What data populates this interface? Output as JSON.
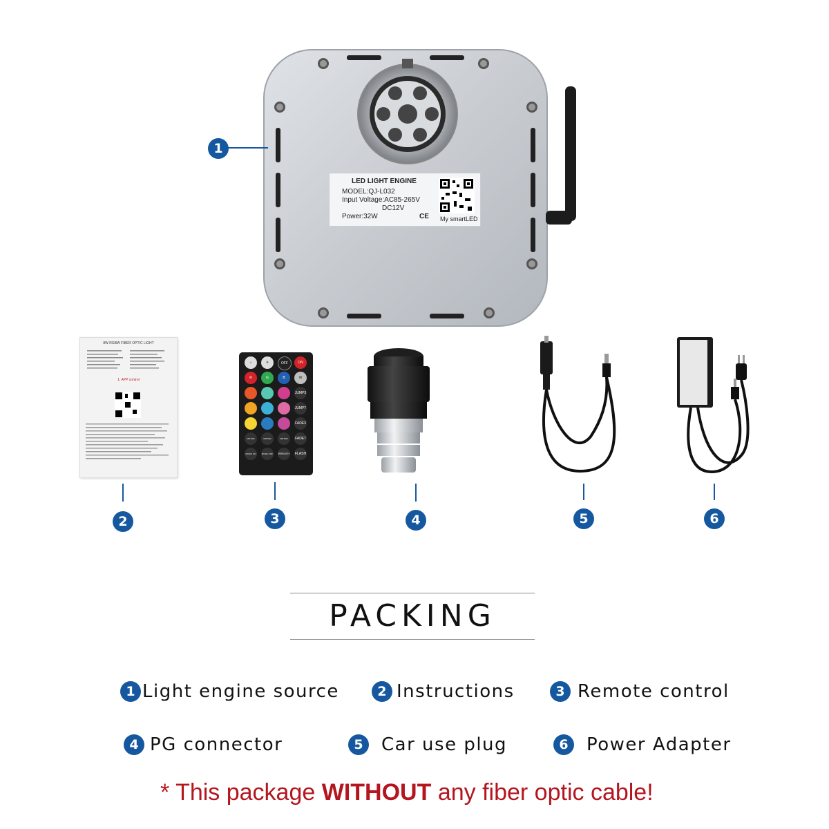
{
  "product": {
    "label_title": "LED LIGHT ENGINE",
    "model": "MODEL:QJ-L032",
    "input_voltage": "Input Voltage:AC85-265V",
    "dc_voltage": "DC12V",
    "power": "Power:32W",
    "app_name": "My smartLED",
    "ce_mark": "CE"
  },
  "manual": {
    "header": "8W RGBW FIBER OPTIC LIGHT",
    "section": "1. APP control"
  },
  "remote": {
    "top_buttons": [
      "OFF",
      "ON"
    ],
    "color_buttons": [
      "R",
      "G",
      "B",
      "W"
    ],
    "side_buttons": [
      "JUMP3",
      "JUMP7",
      "FADE3",
      "FADE7",
      "FLASH"
    ],
    "motor_buttons": [
      "MOTOR ON/OFF",
      "MOTOR SPEED",
      "MOTOR SPEED"
    ],
    "music_buttons": [
      "MUSIC ON",
      "MUSIC OFF",
      "BREATH"
    ]
  },
  "callouts": [
    "1",
    "2",
    "3",
    "4",
    "5",
    "6"
  ],
  "title": "PACKING",
  "legend": [
    {
      "num": "1",
      "label": "Light engine source"
    },
    {
      "num": "2",
      "label": "Instructions"
    },
    {
      "num": "3",
      "label": "Remote control"
    },
    {
      "num": "4",
      "label": "PG connector"
    },
    {
      "num": "5",
      "label": "Car use plug"
    },
    {
      "num": "6",
      "label": "Power Adapter"
    }
  ],
  "notice": {
    "prefix": "* This package ",
    "emphasis": "WITHOUT",
    "suffix": " any fiber optic cable!"
  },
  "colors": {
    "badge": "#15589f",
    "notice": "#b4151e",
    "housing": "#c9ccd0"
  }
}
